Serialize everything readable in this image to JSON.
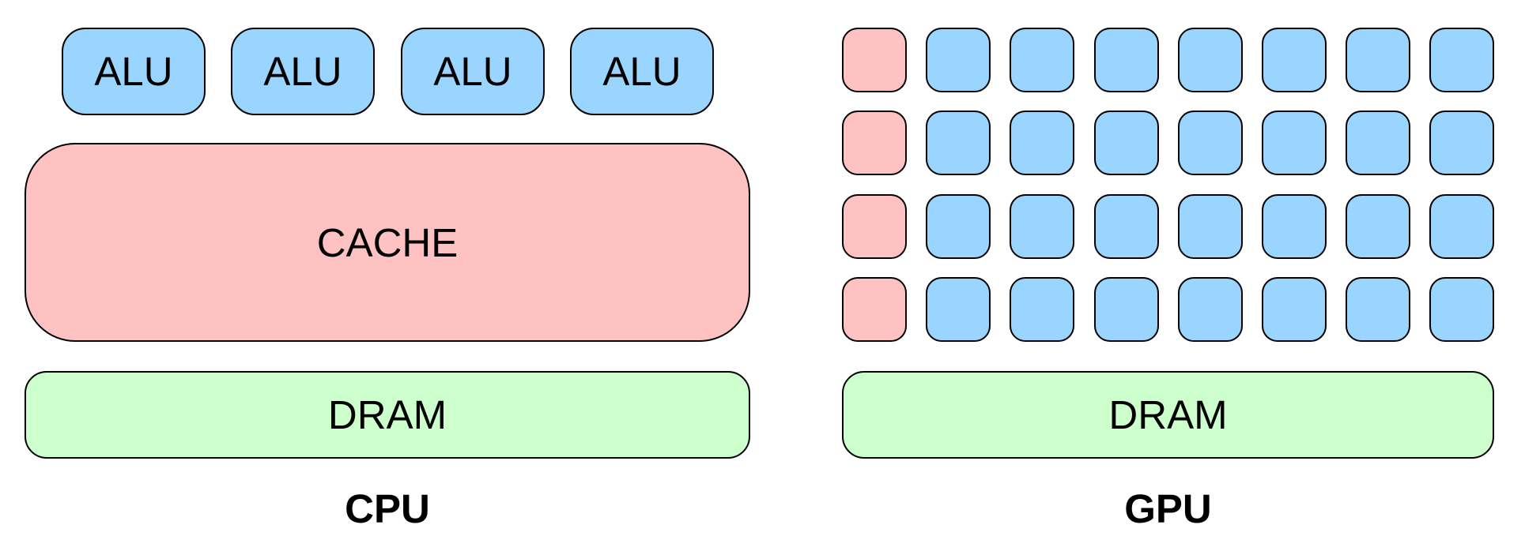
{
  "colors": {
    "alu": "#99d5ff",
    "cache": "#ffc2c2",
    "dram": "#ccffcc",
    "border": "#000000"
  },
  "cpu": {
    "alus": [
      "ALU",
      "ALU",
      "ALU",
      "ALU"
    ],
    "cache_label": "CACHE",
    "dram_label": "DRAM",
    "caption": "CPU"
  },
  "gpu": {
    "rows": [
      [
        "cache",
        "alu",
        "alu",
        "alu",
        "alu",
        "alu",
        "alu",
        "alu"
      ],
      [
        "cache",
        "alu",
        "alu",
        "alu",
        "alu",
        "alu",
        "alu",
        "alu"
      ],
      [
        "cache",
        "alu",
        "alu",
        "alu",
        "alu",
        "alu",
        "alu",
        "alu"
      ],
      [
        "cache",
        "alu",
        "alu",
        "alu",
        "alu",
        "alu",
        "alu",
        "alu"
      ]
    ],
    "dram_label": "DRAM",
    "caption": "GPU"
  }
}
